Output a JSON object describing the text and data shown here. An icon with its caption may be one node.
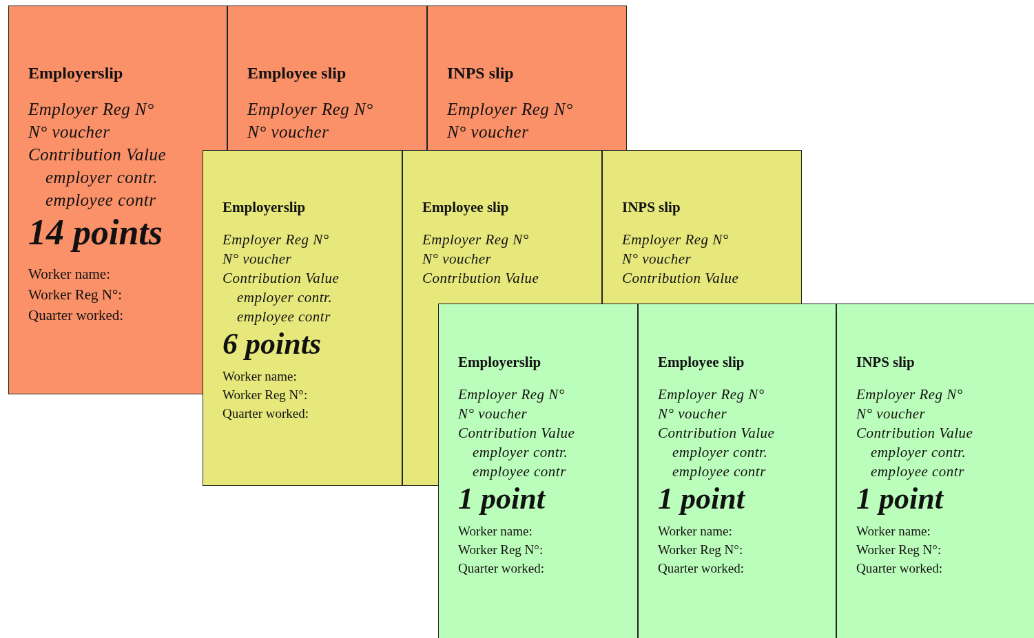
{
  "diagram": {
    "nodes": [
      {
        "text": [
          "Employerslip",
          "Employer Reg N°",
          "N° voucher",
          "Contribution Value",
          "employer contr.",
          "employee contr",
          "14 points",
          "Worker name:",
          "Worker Reg  N°:",
          "Quarter worked:"
        ]
      },
      {
        "text": [
          "Employee slip",
          "Employer Reg N°",
          "N° voucher"
        ]
      },
      {
        "text": [
          "INPS slip",
          "Employer Reg N°",
          "N° voucher"
        ]
      },
      {
        "text": [
          "Employerslip",
          "Employer Reg N°",
          "N° voucher",
          "Contribution Value",
          "employer contr.",
          "employee contr",
          "6 points",
          "Worker name:",
          "Worker Reg  N°:",
          "Quarter worked:"
        ]
      },
      {
        "text": [
          "Employee slip",
          "Employer Reg N°",
          "N° voucher",
          "Contribution Value"
        ]
      },
      {
        "text": [
          "INPS slip",
          "Employer Reg N°",
          "N° voucher",
          "Contribution Value"
        ]
      },
      {
        "text": [
          "Employerslip",
          "Employer Reg N°",
          "N° voucher",
          "Contribution Value",
          "employer contr.",
          "employee contr",
          "1 point",
          "Worker name:",
          "Worker Reg  N°:",
          "Quarter worked:"
        ]
      },
      {
        "text": [
          "Employee slip",
          "Employer Reg N°",
          "N° voucher",
          "Contribution Value",
          "employer contr.",
          "employee contr",
          "1 point",
          "Worker name:",
          "Worker Reg  N°:",
          "Quarter worked:"
        ]
      },
      {
        "text": [
          "INPS slip",
          "Employer Reg N°",
          "N° voucher",
          "Contribution Value",
          "employer contr.",
          "employee contr",
          "1 point",
          "Worker name:",
          "Worker Reg  N°:",
          "Quarter worked:"
        ]
      }
    ]
  }
}
